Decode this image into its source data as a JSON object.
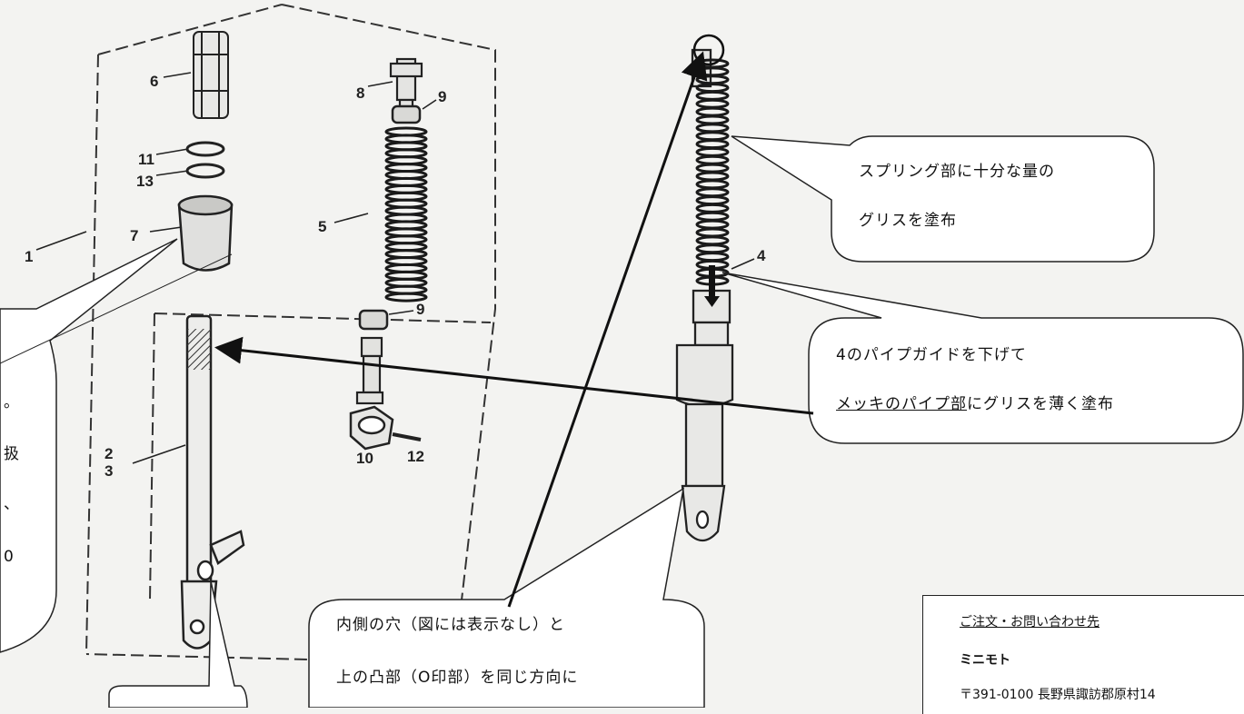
{
  "diagram": {
    "part_numbers": [
      "1",
      "2",
      "3",
      "4",
      "5",
      "6",
      "7",
      "8",
      "9",
      "9",
      "10",
      "11",
      "12",
      "13"
    ],
    "callouts": {
      "spring": {
        "line1": "スプリング部に十分な量の",
        "line2": "グリスを塗布"
      },
      "pipe": {
        "line1": "4のパイプガイドを下げて",
        "line2_underlined": "メッキのパイプ部",
        "line2_rest": "にグリスを薄く塗布"
      },
      "hole": {
        "line1": "内側の穴（図には表示なし）と",
        "line2": "上の凸部（O印部）を同じ方向に"
      },
      "left_partial": {
        "line1": "。",
        "line2": "扱",
        "line3": "、",
        "line4": "0"
      }
    },
    "contact": {
      "heading": "ご注文・お問い合わせ先",
      "company": "ミニモト",
      "address": "〒391-0100  長野県諏訪郡原村14"
    }
  },
  "colors": {
    "paper": "#f3f3f1",
    "ink": "#1a1a1a",
    "callout_fill": "#ffffff"
  }
}
